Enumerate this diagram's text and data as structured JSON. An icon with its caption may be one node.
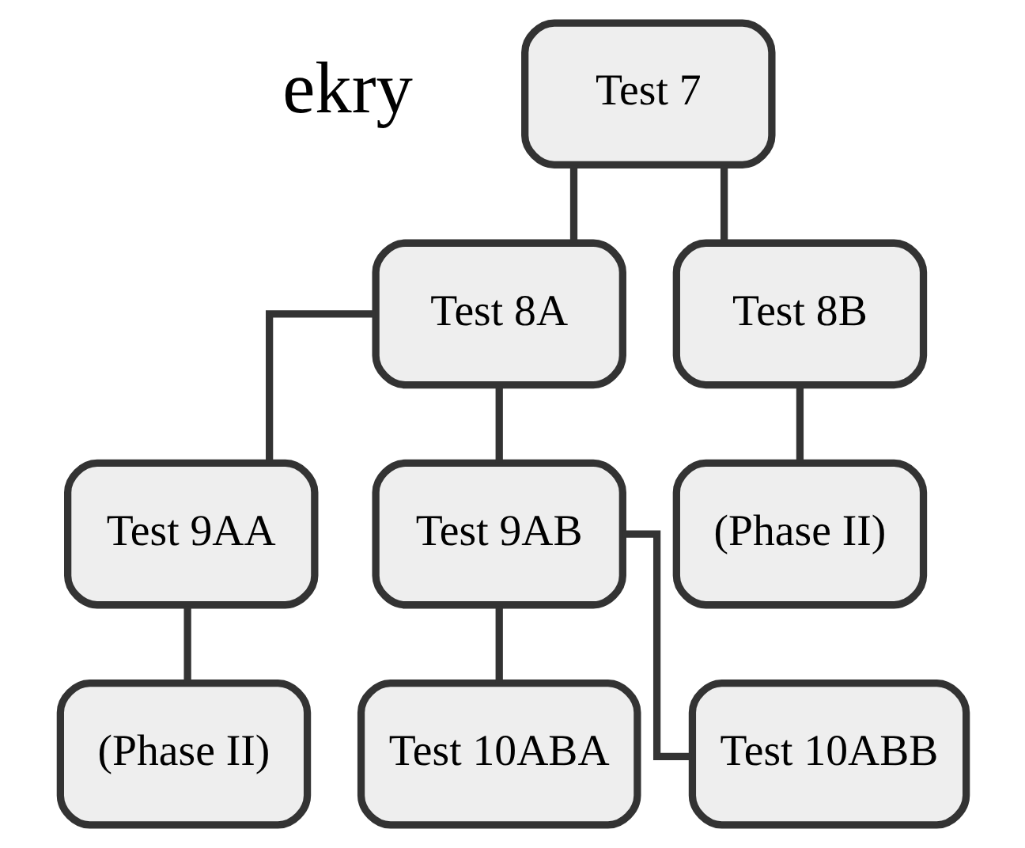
{
  "diagram": {
    "nodes": [
      {
        "text": [
          "Test 7"
        ]
      },
      {
        "text": [
          "Test 8A"
        ]
      },
      {
        "text": [
          "Test 8B"
        ]
      },
      {
        "text": [
          "Test 9AA"
        ]
      },
      {
        "text": [
          "Test 9AB"
        ]
      },
      {
        "text": [
          "(Phase II)"
        ]
      },
      {
        "text": [
          "(Phase II)"
        ]
      },
      {
        "text": [
          "Test 10ABA"
        ]
      },
      {
        "text": [
          "Test 10ABB"
        ]
      }
    ],
    "edges": [
      {
        "from": 0,
        "to": 1,
        "arrow": "none"
      },
      {
        "from": 0,
        "to": 2,
        "arrow": "none"
      },
      {
        "from": 1,
        "to": 3,
        "arrow": "none"
      },
      {
        "from": 1,
        "to": 4,
        "arrow": "none"
      },
      {
        "from": 2,
        "to": 5,
        "arrow": "none"
      },
      {
        "from": 3,
        "to": 6,
        "arrow": "none"
      },
      {
        "from": 4,
        "to": 7,
        "arrow": "none"
      },
      {
        "from": 4,
        "to": 8,
        "arrow": "none"
      }
    ],
    "labels": [
      "ekry"
    ]
  }
}
